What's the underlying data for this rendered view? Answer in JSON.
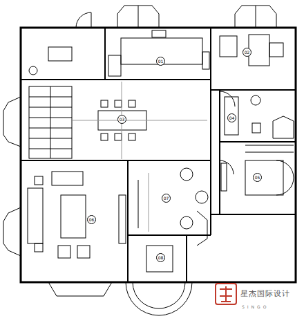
{
  "diagram": {
    "labels": [
      "01",
      "02",
      "03",
      "04",
      "05",
      "06",
      "07",
      "08",
      "星杰国际设计",
      "SINGO"
    ]
  }
}
